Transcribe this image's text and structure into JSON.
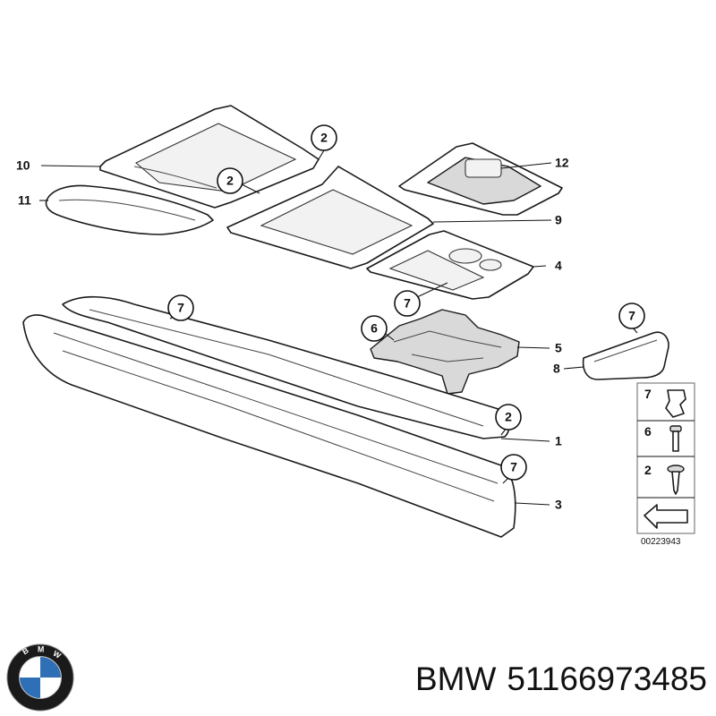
{
  "callouts": [
    {
      "id": "c2a",
      "label": "2"
    },
    {
      "id": "c2b",
      "label": "2"
    },
    {
      "id": "c7a",
      "label": "7"
    },
    {
      "id": "c6",
      "label": "6"
    },
    {
      "id": "c7b",
      "label": "7"
    },
    {
      "id": "c2c",
      "label": "2"
    },
    {
      "id": "c7c",
      "label": "7"
    },
    {
      "id": "c7d",
      "label": "7"
    }
  ],
  "labels": [
    {
      "id": "l10",
      "label": "10"
    },
    {
      "id": "l11",
      "label": "11"
    },
    {
      "id": "l12",
      "label": "12"
    },
    {
      "id": "l9",
      "label": "9"
    },
    {
      "id": "l4",
      "label": "4"
    },
    {
      "id": "l5",
      "label": "5"
    },
    {
      "id": "l8",
      "label": "8"
    },
    {
      "id": "l1",
      "label": "1"
    },
    {
      "id": "l3",
      "label": "3"
    }
  ],
  "legend": {
    "items": [
      {
        "number": "7",
        "icon": "clip-icon"
      },
      {
        "number": "6",
        "icon": "screw-icon"
      },
      {
        "number": "2",
        "icon": "self-tapping-screw-icon"
      }
    ],
    "arrow_icon": "direction-arrow-icon",
    "diagram_id": "00223943"
  },
  "caption": {
    "brand": "BMW",
    "part_number": "51166973485"
  },
  "logo": {
    "text": "BMW",
    "colors": {
      "ring": "#1a1a1a",
      "blue": "#2f6fb5",
      "white": "#ffffff"
    }
  }
}
